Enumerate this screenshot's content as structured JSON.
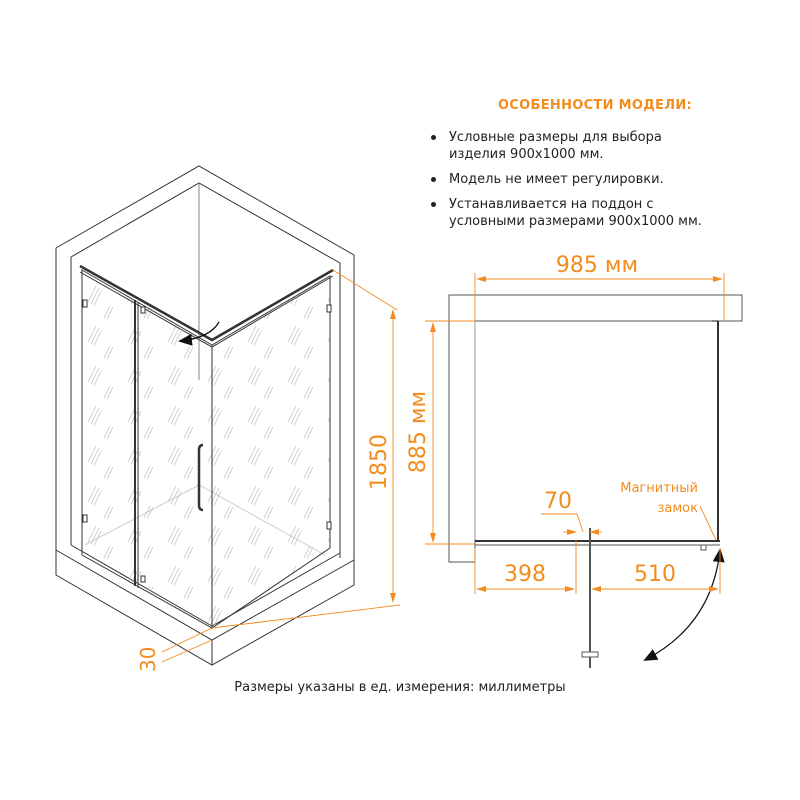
{
  "features": {
    "title": "ОСОБЕННОСТИ МОДЕЛИ:",
    "items": [
      {
        "line1": "Условные размеры для выбора",
        "line2": "изделия 900x1000 мм."
      },
      {
        "line1": "Модель не имеет регулировки.",
        "line2": ""
      },
      {
        "line1": "Устанавливается на поддон с",
        "line2": "условными размерами 900x1000 мм."
      }
    ]
  },
  "isometric_view": {
    "height_label": "1850",
    "tray_height_label": "30"
  },
  "plan_view": {
    "width_label": "985 мм",
    "depth_label": "885 мм",
    "gap_label": "70",
    "left_segment_label": "398",
    "right_segment_label": "510",
    "magnet_label_line1": "Магнитный",
    "magnet_label_line2": "замок"
  },
  "footer": {
    "note": "Размеры указаны в ед. измерения: миллиметры"
  },
  "colors": {
    "accent": "#f28c1e",
    "line": "#333333",
    "text": "#222222"
  }
}
